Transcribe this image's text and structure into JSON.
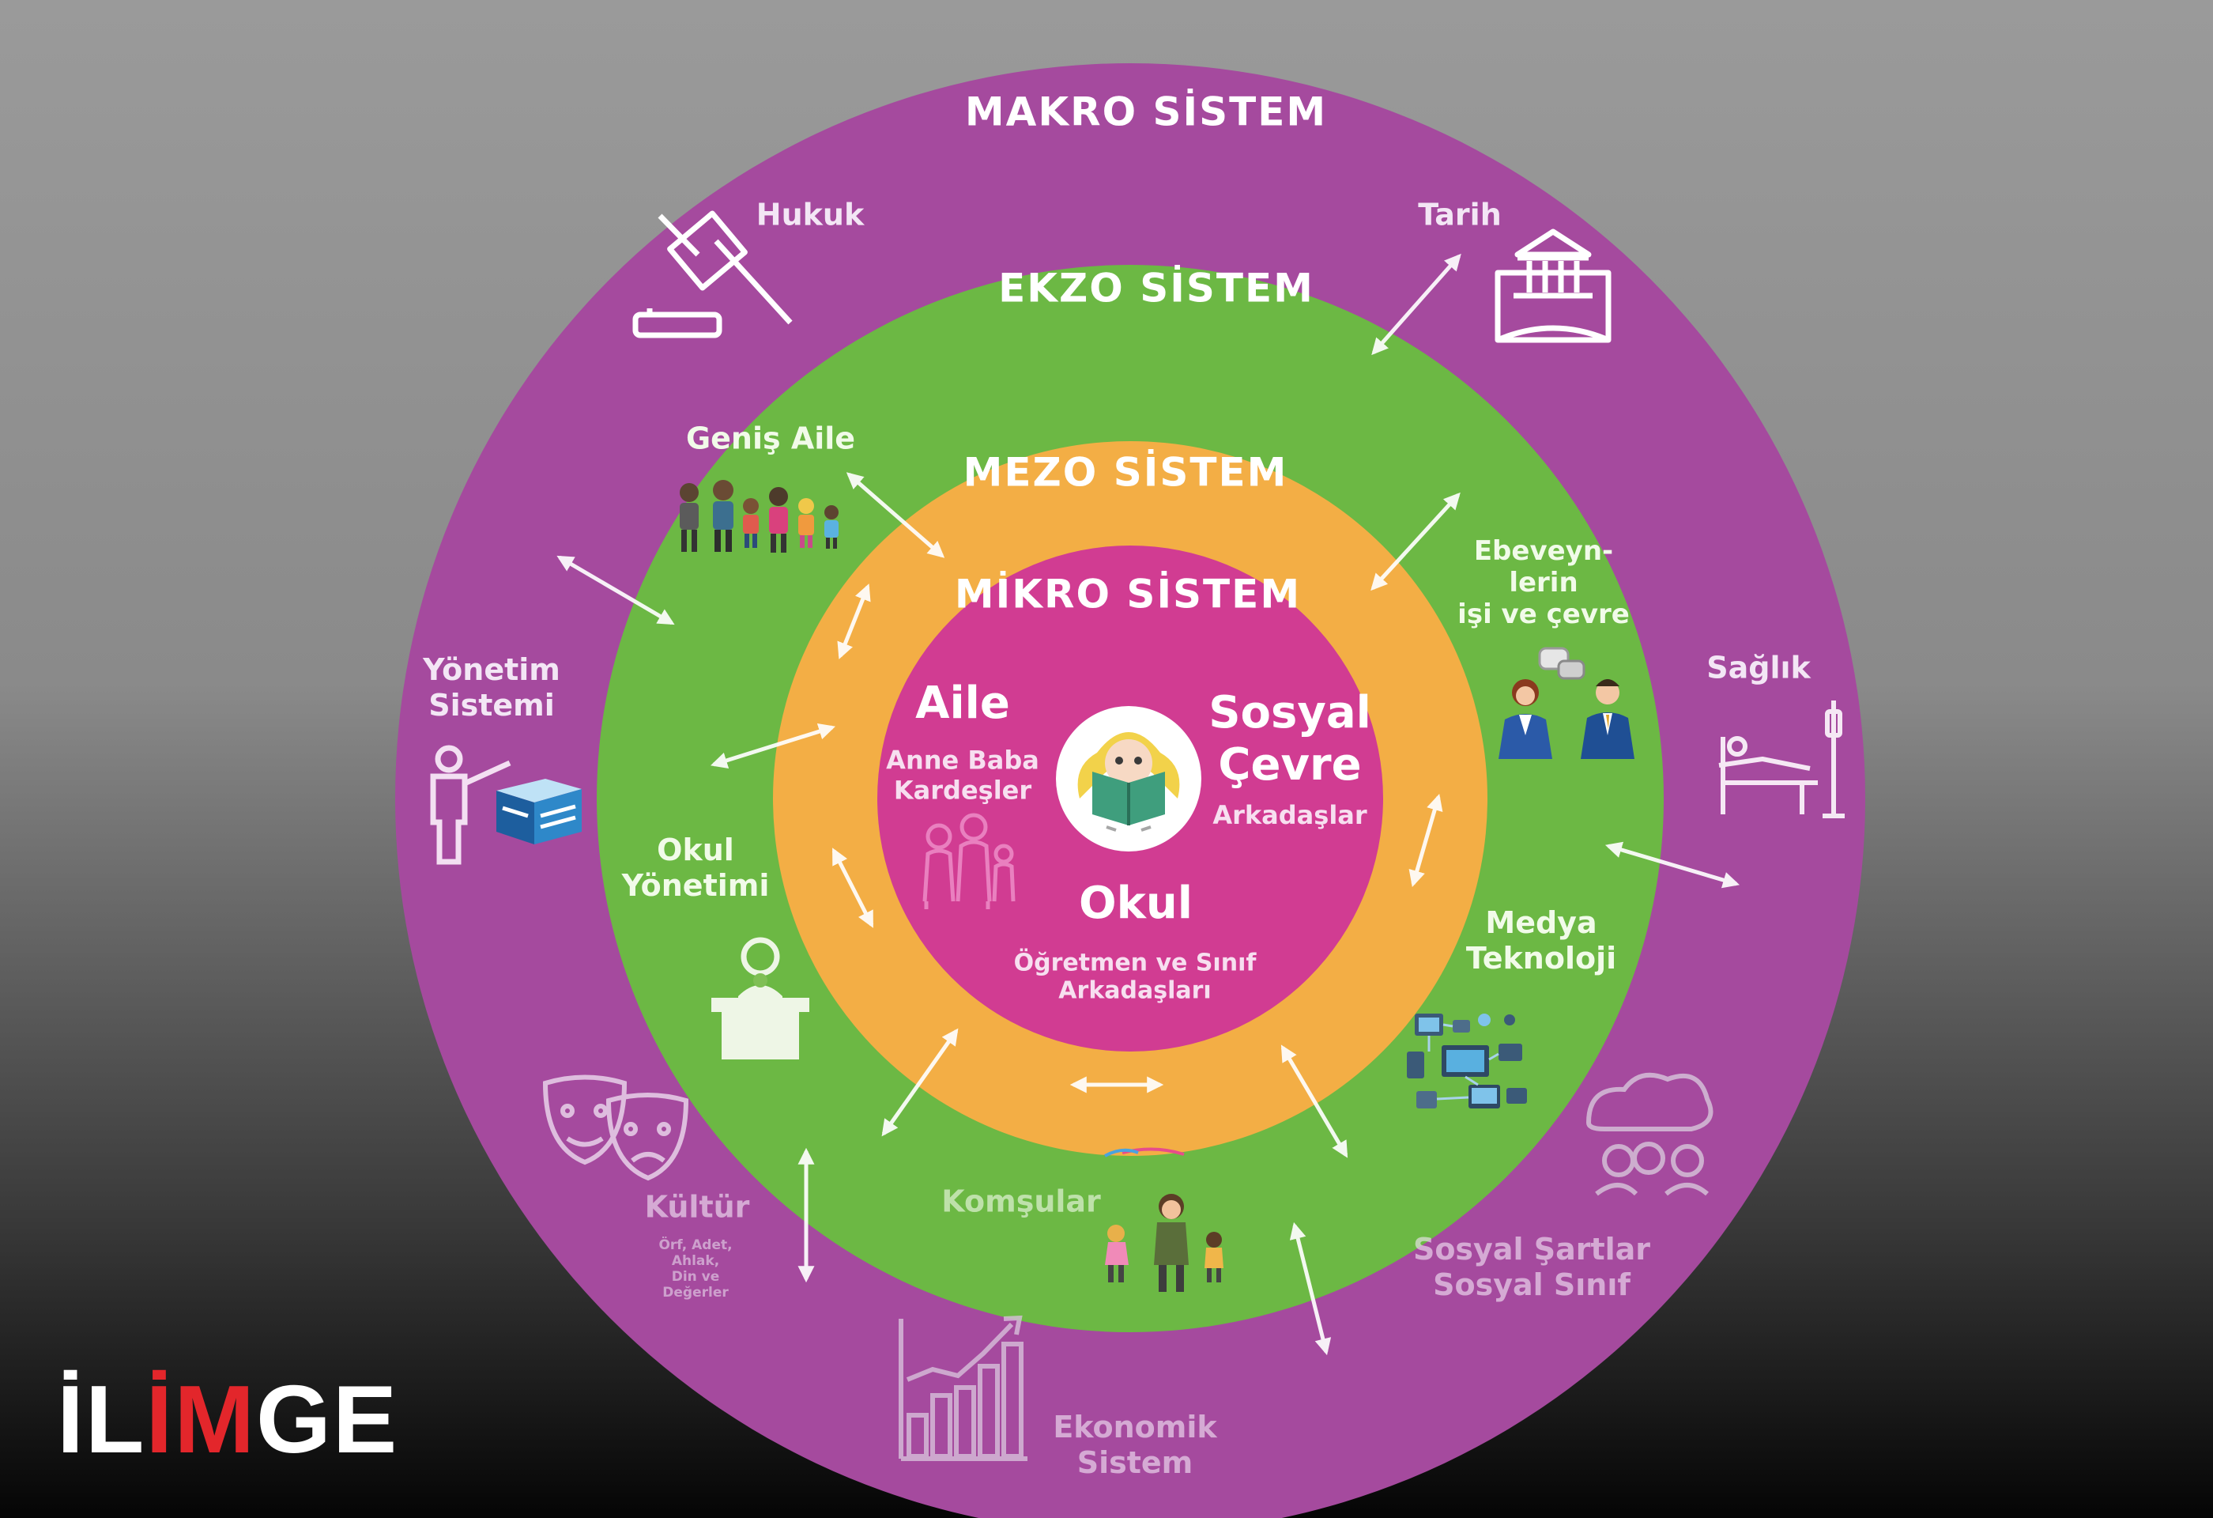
{
  "rings": {
    "makro": "MAKRO SİSTEM",
    "ekzo": "EKZO SİSTEM",
    "mezo": "MEZO SİSTEM",
    "mikro": "MİKRO SİSTEM"
  },
  "makro_items": {
    "hukuk": "Hukuk",
    "tarih": "Tarih",
    "yonetim_1": "Yönetim",
    "yonetim_2": "Sistemi",
    "saglik": "Sağlık",
    "kultur": "Kültür",
    "kultur_sub_1": "Örf, Adet,",
    "kultur_sub_2": "Ahlak,",
    "kultur_sub_3": "Din ve",
    "kultur_sub_4": "Değerler",
    "sosyal_1": "Sosyal Şartlar",
    "sosyal_2": "Sosyal Sınıf",
    "ekonomik_1": "Ekonomik",
    "ekonomik_2": "Sistem"
  },
  "ekzo_items": {
    "genis_aile": "Geniş Aile",
    "ebeveyn_1": "Ebeveyn-",
    "ebeveyn_2": "lerin",
    "ebeveyn_3": "işi ve çevre",
    "okul_yon_1": "Okul",
    "okul_yon_2": "Yönetimi",
    "medya_1": "Medya",
    "medya_2": "Teknoloji",
    "komsular": "Komşular"
  },
  "mikro_items": {
    "aile": "Aile",
    "aile_sub_1": "Anne Baba",
    "aile_sub_2": "Kardeşler",
    "sosyal_1": "Sosyal",
    "sosyal_2": "Çevre",
    "sosyal_sub": "Arkadaşlar",
    "okul": "Okul",
    "okul_sub_1": "Öğretmen ve Sınıf",
    "okul_sub_2": "Arkadaşları"
  },
  "logo": {
    "part1": "İL",
    "part2": "İM",
    "part3": "GE"
  },
  "colors": {
    "makro": "#a54a9e",
    "ekzo": "#6cb844",
    "mezo": "#f3ae45",
    "mikro": "#d13c92",
    "logo_accent": "#e3262b"
  }
}
